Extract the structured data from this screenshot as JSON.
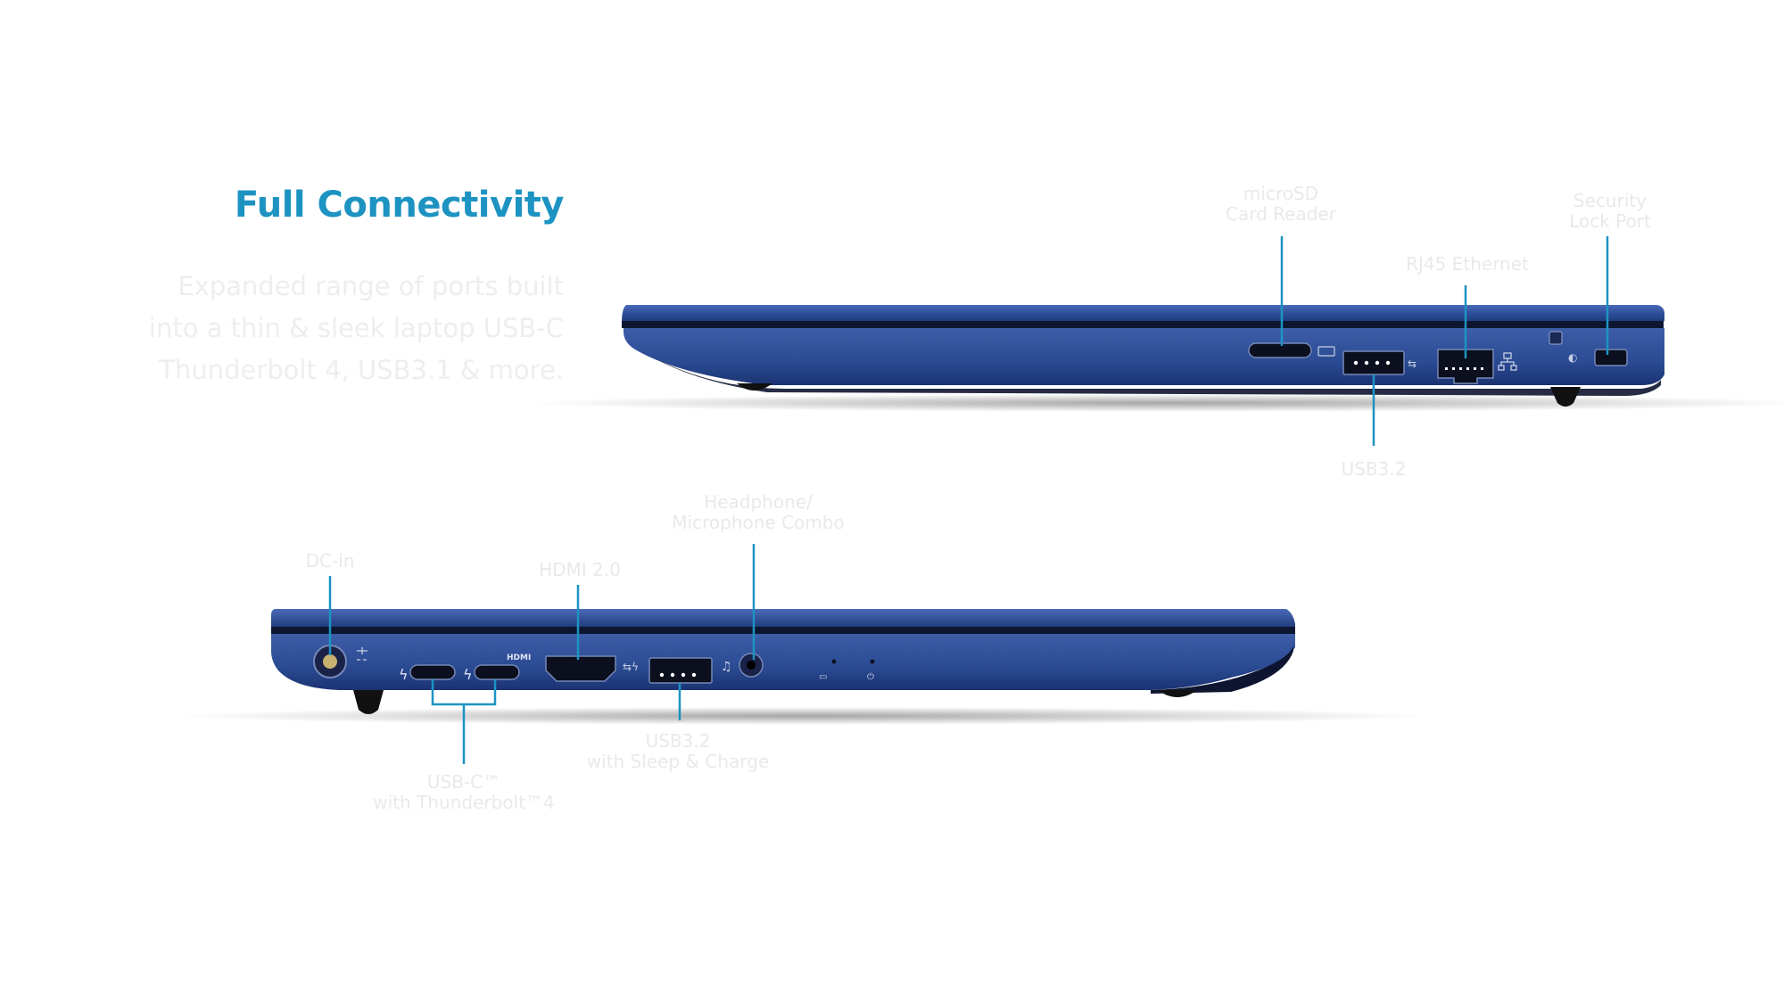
{
  "title": "Full Connectivity",
  "description": "Expanded range of ports built\ninto a thin & sleek laptop USB-C\nThunderbolt 4, USB3.1 & more.",
  "colors": {
    "accent": "#1d93c2",
    "chassis_blue": "#2a4a93",
    "callout_line": "#1d93c2"
  },
  "right_side_labels": {
    "microsd": "microSD\nCard Reader",
    "security": "Security\nLock Port",
    "rj45": "RJ45 Ethernet",
    "usb32": "USB3.2"
  },
  "left_side_labels": {
    "dcin": "DC-in",
    "headphone": "Headphone/\nMicrophone Combo",
    "hdmi": "HDMI 2.0",
    "usb32_sleep": "USB3.2\nwith Sleep & Charge",
    "usbc": "USB-C™\nwith Thunderbolt™4"
  },
  "port_markings": {
    "hdmi_logo": "HDMI"
  }
}
